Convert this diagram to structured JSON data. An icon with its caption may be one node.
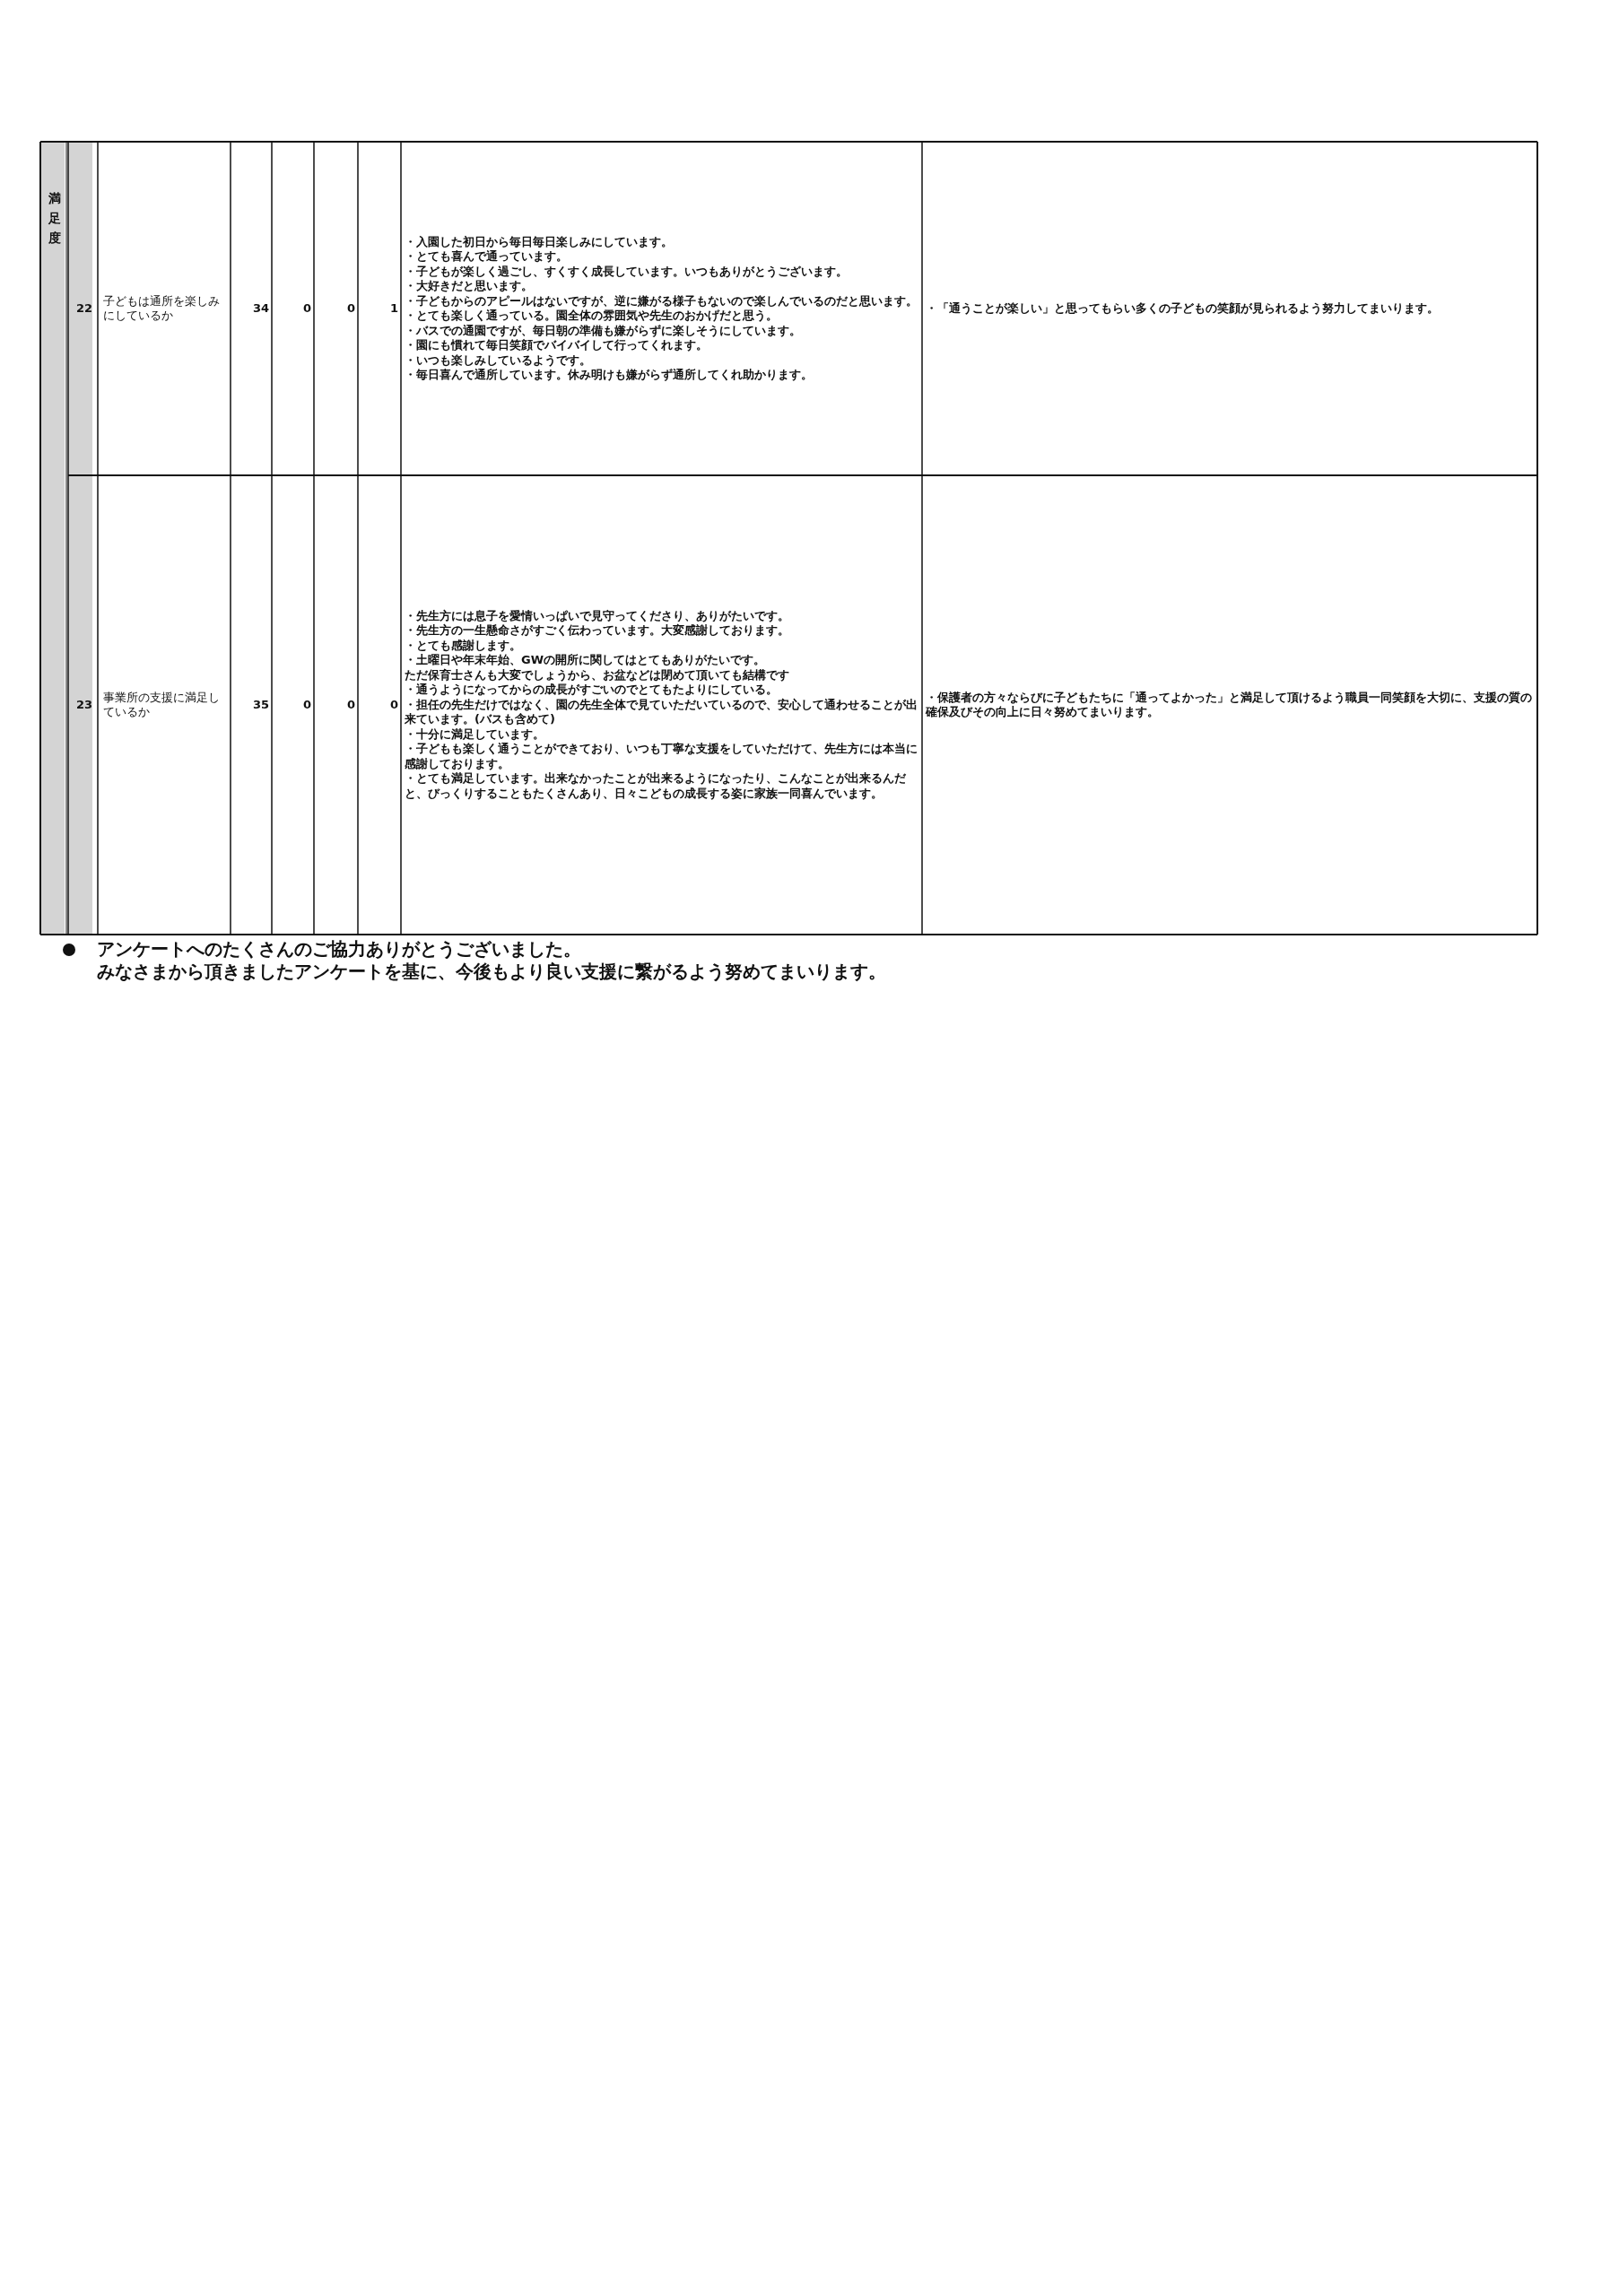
{
  "diagram": {
    "labels": [
      "満足度",
      "22",
      "子どもは通所を楽しみにしているか",
      "34",
      "0",
      "0",
      "1",
      "・入園した初日から毎日毎日楽しみにしています。",
      "・とても喜んで通っています。",
      "・子どもが楽しく過ごし、すくすく成長しています。いつもありがとうございます。",
      "・大好きだと思います。",
      "・子どもからのアピールはないですが、逆に嫌がる様子もないので楽しんでいるのだと思います。",
      "・とても楽しく通っている。園全体の雰囲気や先生のおかげだと思う。",
      "・バスでの通園ですが、毎日朝の準備も嫌がらずに楽しそうにしています。",
      "・園にも慣れて毎日笑顔でバイバイして行ってくれます。",
      "・いつも楽しみしているようです。",
      "・毎日喜んで通所しています。休み明けも嫌がらず通所してくれ助かります。",
      "・「通うことが楽しい」と思ってもらい多くの子どもの笑顔が見られるよう努力してまいります。",
      "23",
      "事業所の支援に満足しているか",
      "35",
      "0",
      "0",
      "0",
      "・先生方には息子を愛情いっぱいで見守ってくださり、ありがたいです。",
      "・先生方の一生懸命さがすごく伝わっています。大変感謝しております。",
      "・とても感謝します。",
      "・土曜日や年末年始、GWの開所に関してはとてもありがたいです。",
      "ただ保育士さんも大変でしょうから、お盆などは閉めて頂いても結構です",
      "・通うようになってからの成長がすごいのでとてもたよりにしている。",
      "・担任の先生だけではなく、園の先生全体で見ていただいているので、安心して通わせることが出来ています。(バスも含めて)",
      "・十分に満足しています。",
      "・子どもも楽しく通うことができており、いつも丁寧な支援をしていただけて、先生方には本当に感謝しております。",
      "・とても満足しています。出来なかったことが出来るようになったり、こんなことが出来るんだと、びっくりすることもたくさんあり、日々こどもの成長する姿に家族一同喜んでいます。",
      "・保護者の方々ならびに子どもたちに「通ってよかった」と満足して頂けるよう職員一同笑顔を大切に、支援の質の確保及びその向上に日々努めてまいります。",
      "アンケートへのたくさんのご協力ありがとうございました。",
      "みなさまから頂きましたアンケートを基に、今後もより良い支援に繋がるよう努めてまいります。"
    ]
  }
}
